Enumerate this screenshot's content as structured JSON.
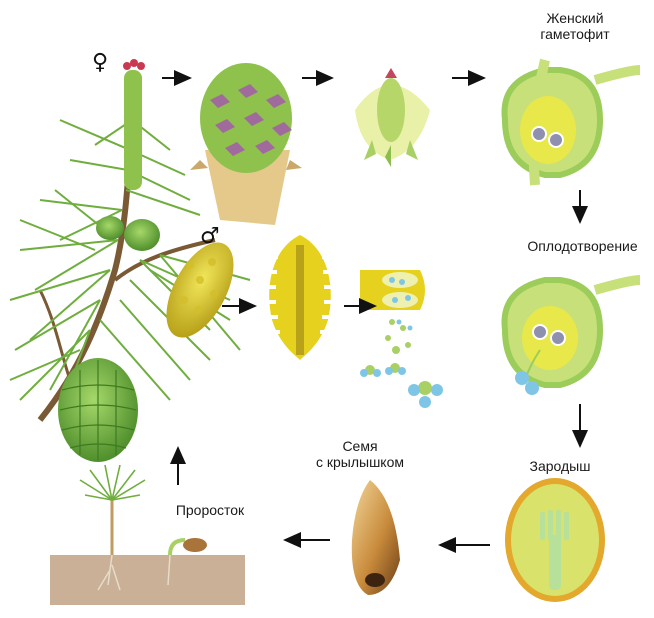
{
  "labels": {
    "female_gametophyte_line1": "Женский",
    "female_gametophyte_line2": "гаметофит",
    "fertilization": "Оплодотворение",
    "embryo": "Зародыш",
    "seed_line1": "Семя",
    "seed_line2": "с крылышком",
    "seedling": "Проросток"
  },
  "symbols": {
    "female": "♀",
    "male": "♂"
  },
  "colors": {
    "needle_green": "#6fae3e",
    "cone_green": "#7fbf4a",
    "pollen_yellow": "#e6d21e",
    "gametophyte_green": "#c7e07a",
    "gametophyte_outline": "#9ccc5a",
    "egg_yellow": "#e8e84a",
    "nucleus_grey": "#8f8fb0",
    "pollen_blue": "#7fc6e6",
    "soil": "#c9b096",
    "seed_brown": "#a8743a",
    "arrow": "#111111"
  }
}
